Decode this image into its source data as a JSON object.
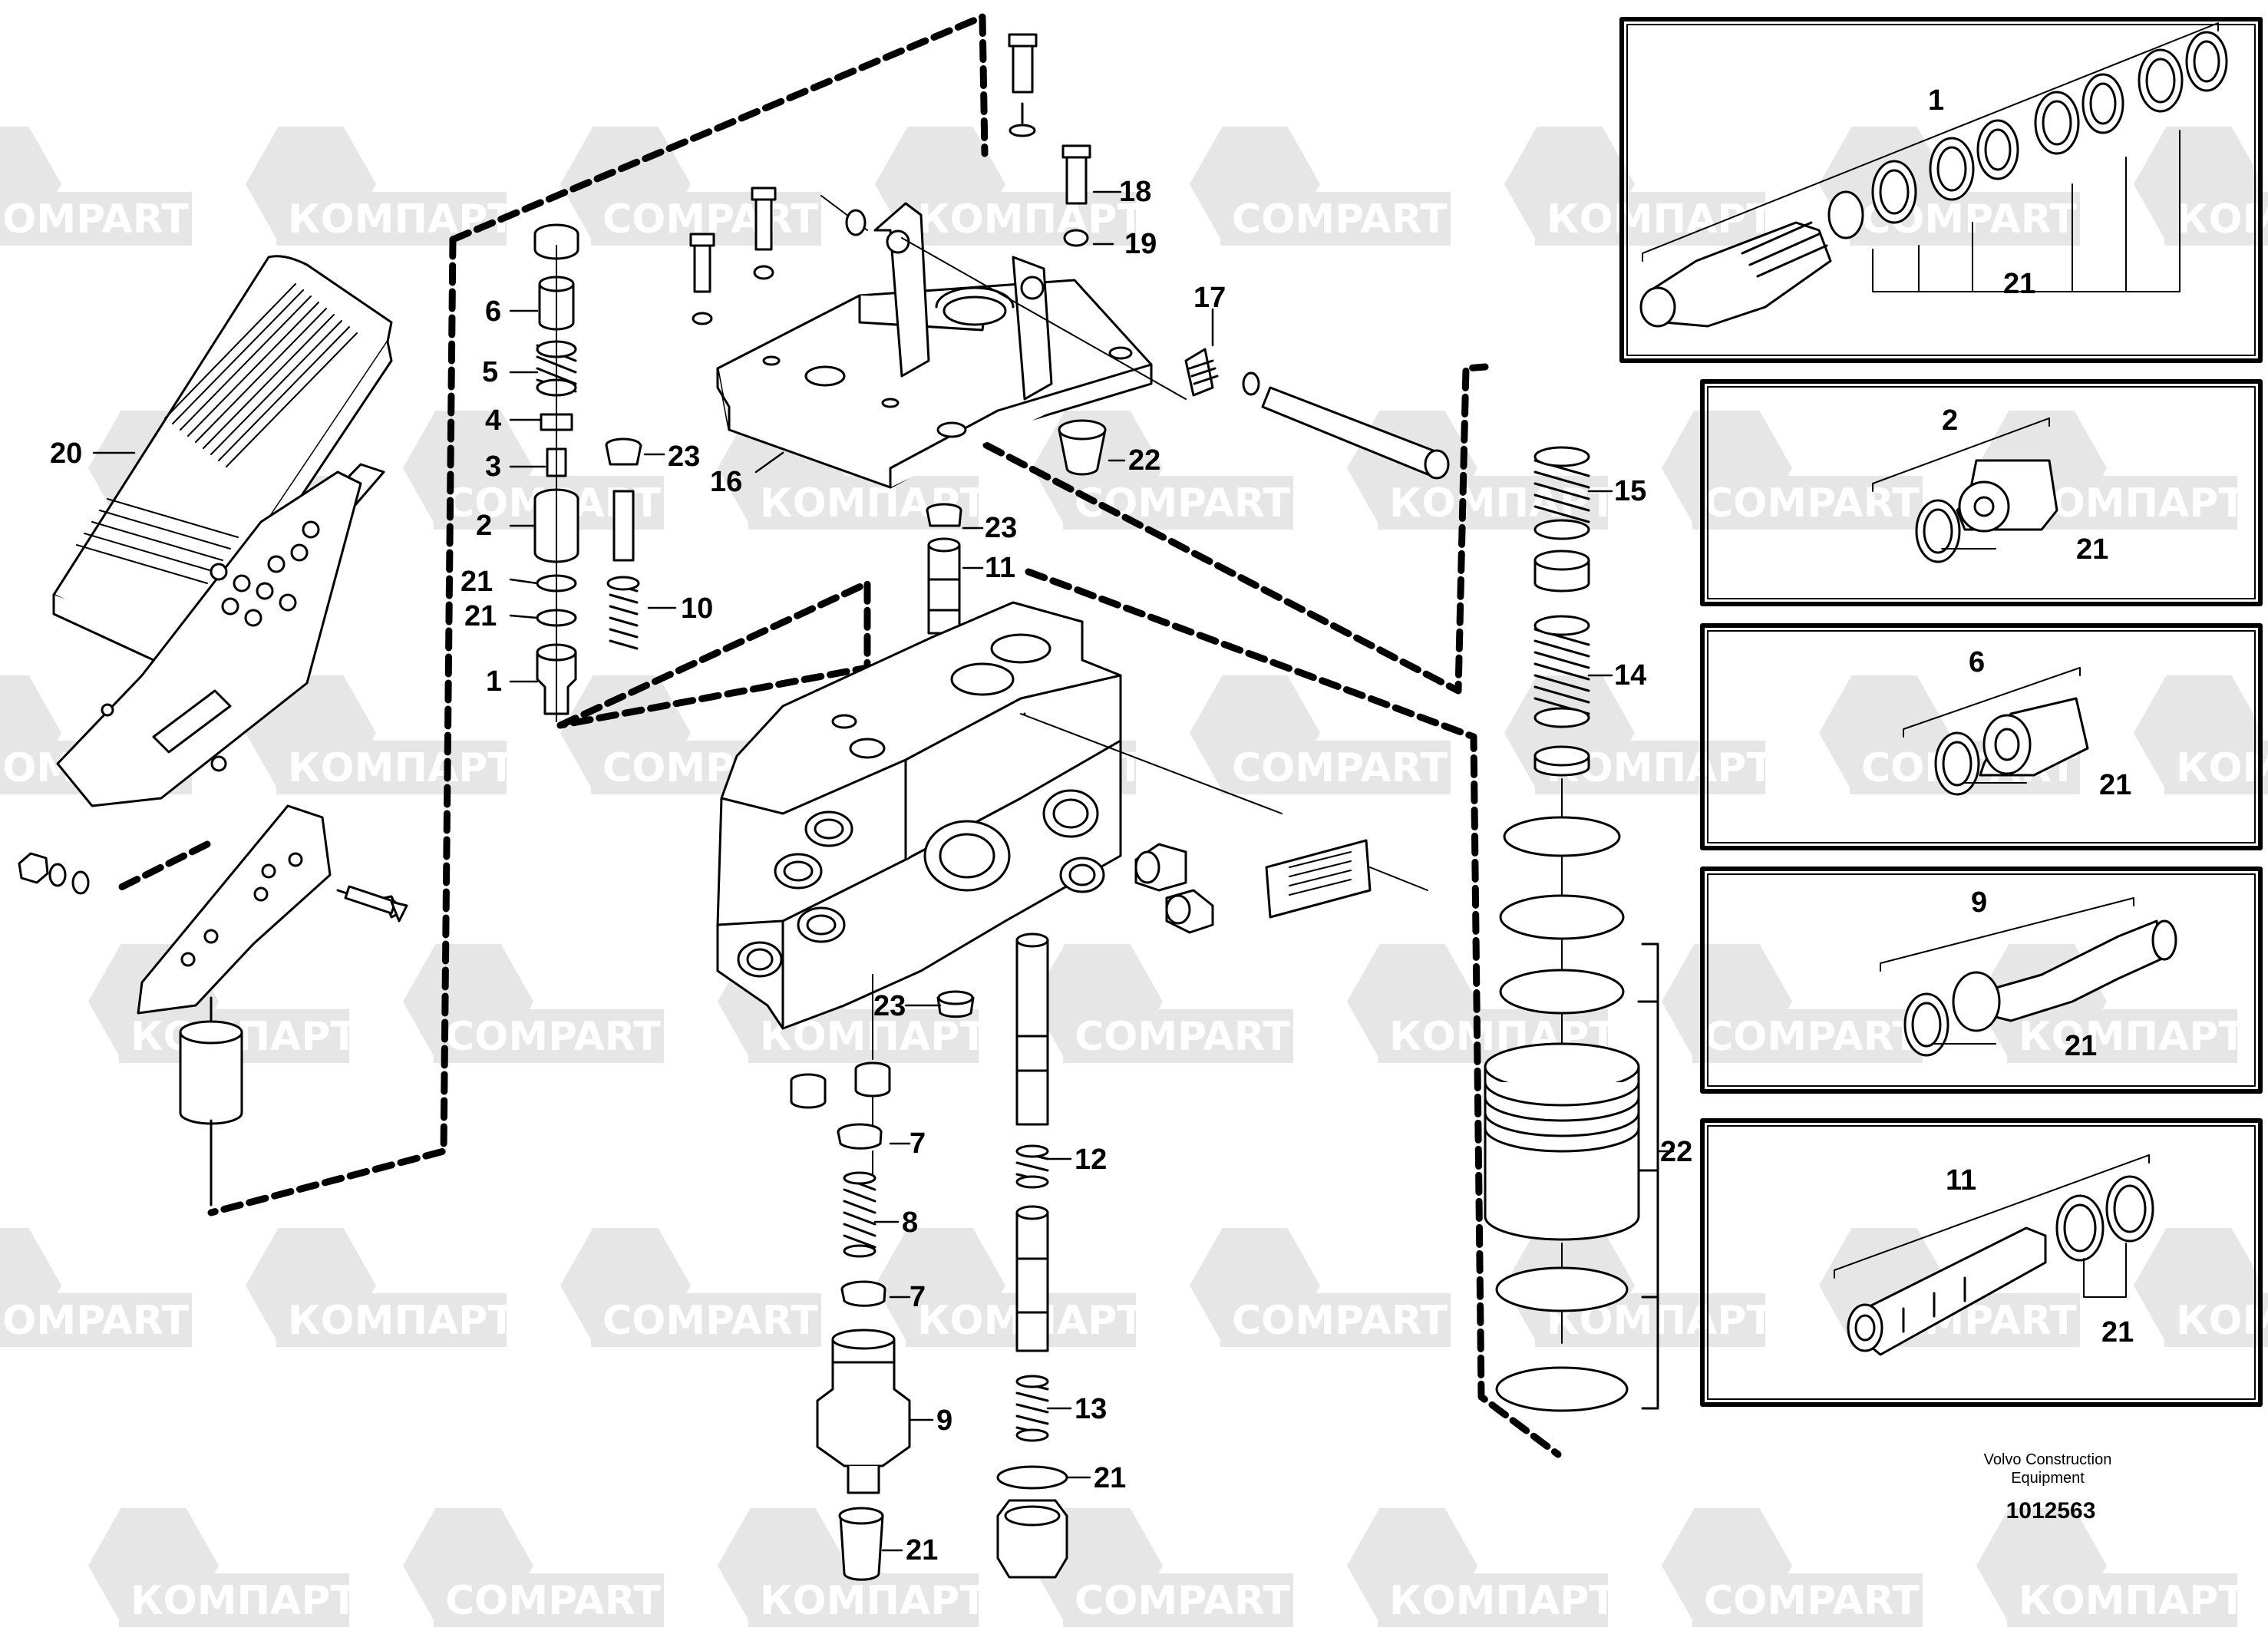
{
  "watermark": {
    "text_a": "COMPART",
    "text_b": "КОМПАРТ",
    "color": "#e6e6e6"
  },
  "footer": {
    "line1": "Volvo Construction",
    "line2": "Equipment",
    "drawing_number": "1012563"
  },
  "callouts": {
    "c20": "20",
    "c16": "16",
    "c17": "17",
    "c18": "18",
    "c19": "19",
    "c22a": "22",
    "c6": "6",
    "c5": "5",
    "c4": "4",
    "c3": "3",
    "c2": "2",
    "c21a": "21",
    "c21b": "21",
    "c1": "1",
    "c23a": "23",
    "c10": "10",
    "c23b": "23",
    "c11": "11",
    "c23c": "23",
    "c7a": "7",
    "c8": "8",
    "c7b": "7",
    "c9": "9",
    "c21c": "21",
    "c12": "12",
    "c13": "13",
    "c21d": "21",
    "c15": "15",
    "c14": "14",
    "c22b": "22"
  },
  "insets": {
    "inset1": {
      "part": "1",
      "seal": "21"
    },
    "inset2": {
      "part": "2",
      "seal": "21"
    },
    "inset6": {
      "part": "6",
      "seal": "21"
    },
    "inset9": {
      "part": "9",
      "seal": "21"
    },
    "inset11": {
      "part": "11",
      "seal": "21"
    }
  },
  "colors": {
    "ink": "#000000",
    "background": "#ffffff"
  }
}
